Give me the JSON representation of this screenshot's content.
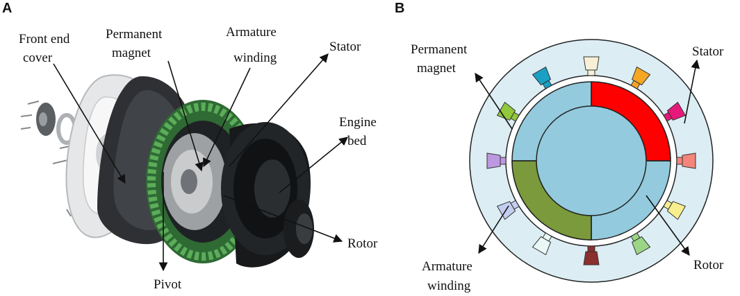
{
  "panel_a": {
    "letter": "A",
    "labels": {
      "front_end_cover": [
        "Front end",
        "cover"
      ],
      "permanent_magnet": [
        "Permanent",
        "magnet"
      ],
      "armature_winding": [
        "Armature",
        "winding"
      ],
      "stator": "Stator",
      "engine_bed": [
        "Engine",
        "bed"
      ],
      "rotor": "Rotor",
      "pivot": "Pivot"
    }
  },
  "panel_b": {
    "letter": "B",
    "labels": {
      "permanent_magnet": [
        "Permanent",
        "magnet"
      ],
      "stator": "Stator",
      "armature_winding": [
        "Armature",
        "winding"
      ],
      "rotor": "Rotor"
    },
    "colors": {
      "stator_fill": "#dcedf4",
      "rotor_fill": "#93cadd",
      "magnet_north": "#ff0000",
      "magnet_south": "#7a9a3c",
      "winding_coils": [
        "#f6f1d6",
        "#f5a623",
        "#e6197a",
        "#f4857a",
        "#f7ee8e",
        "#9bd686",
        "#8b2f2f",
        "#e9f8f4",
        "#c2cdf0",
        "#bd98e0",
        "#92c83c",
        "#1aa0c4"
      ]
    }
  }
}
